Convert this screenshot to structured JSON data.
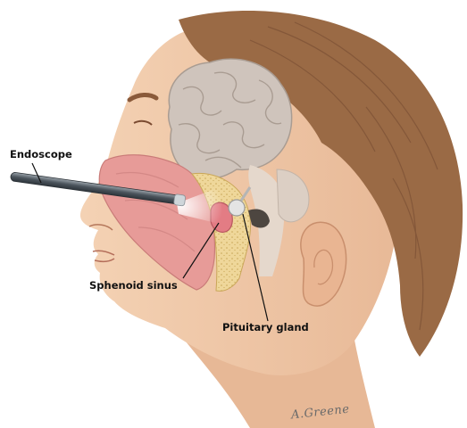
{
  "labels": {
    "endoscope": "Endoscope",
    "sphenoid_sinus": "Sphenoid sinus",
    "pituitary_gland": "Pituitary gland"
  },
  "signature": "A.Greene",
  "colors": {
    "skin": "#f0c9a8",
    "skin_shadow": "#d9a888",
    "hair": "#9a6a45",
    "hair_dark": "#7a5035",
    "brain": "#cfc4bc",
    "brain_fold": "#a99c92",
    "nasal_cavity": "#e79b98",
    "bone": "#efd79a",
    "bone_dots": "#c9a658",
    "sinus": "#e37c84",
    "endoscope": "#5a646c",
    "pituitary": "#e4e4e4"
  }
}
